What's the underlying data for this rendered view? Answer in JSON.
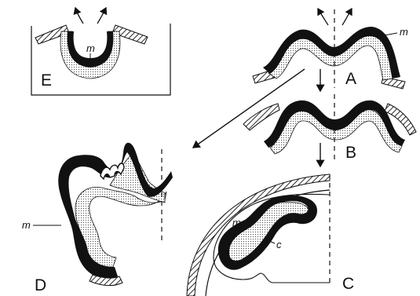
{
  "panels": {
    "A": {
      "label": "A",
      "m_label": "m"
    },
    "B": {
      "label": "B"
    },
    "C": {
      "label": "C",
      "m_label": "m",
      "c_label": "c"
    },
    "D": {
      "label": "D",
      "m_label": "m"
    },
    "E": {
      "label": "E",
      "m_label": "m"
    }
  },
  "colors": {
    "ink": "#111111",
    "stipple": "#d8d8d8",
    "paper": "#ffffff"
  }
}
